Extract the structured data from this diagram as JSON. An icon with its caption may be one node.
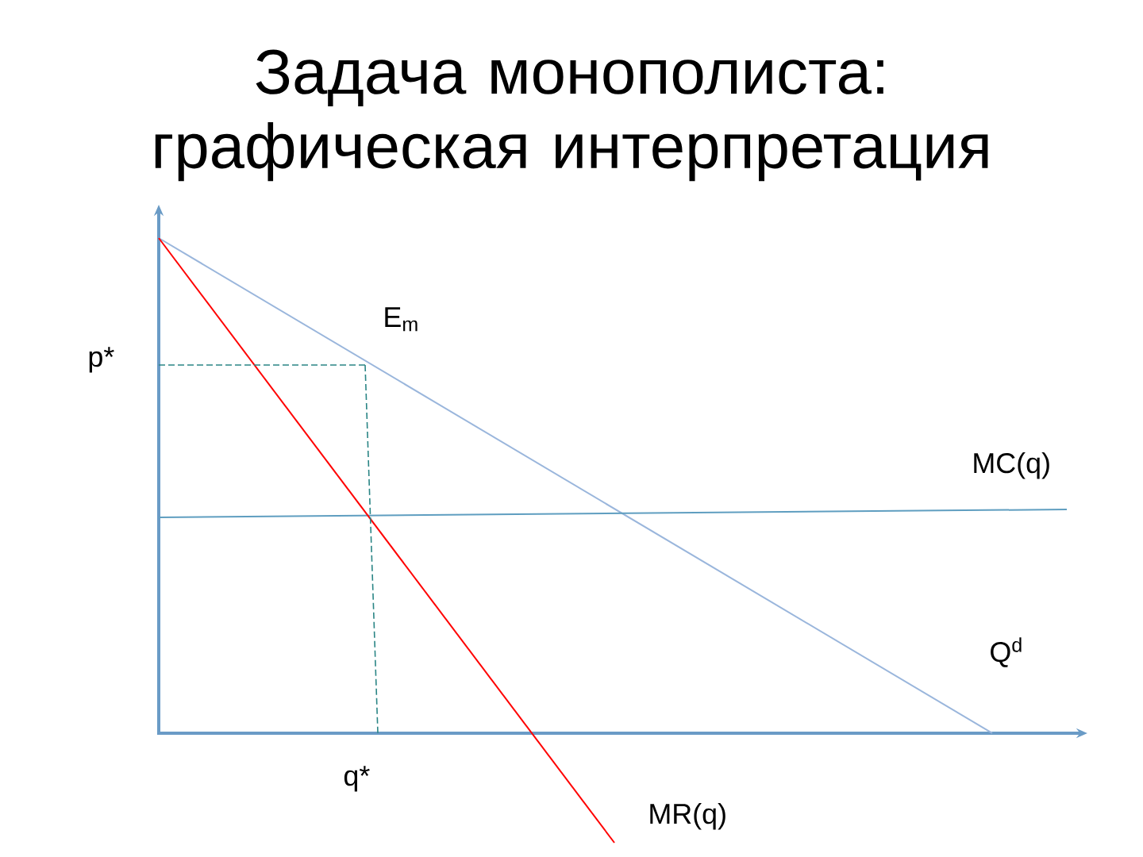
{
  "diagram": {
    "title": "Задача монополиста: графическая интерпретация",
    "labels": [
      "E$_{m}$",
      "p*",
      "MC(q)",
      "Q$^{d}$",
      "q*",
      "MR(q)"
    ]
  }
}
